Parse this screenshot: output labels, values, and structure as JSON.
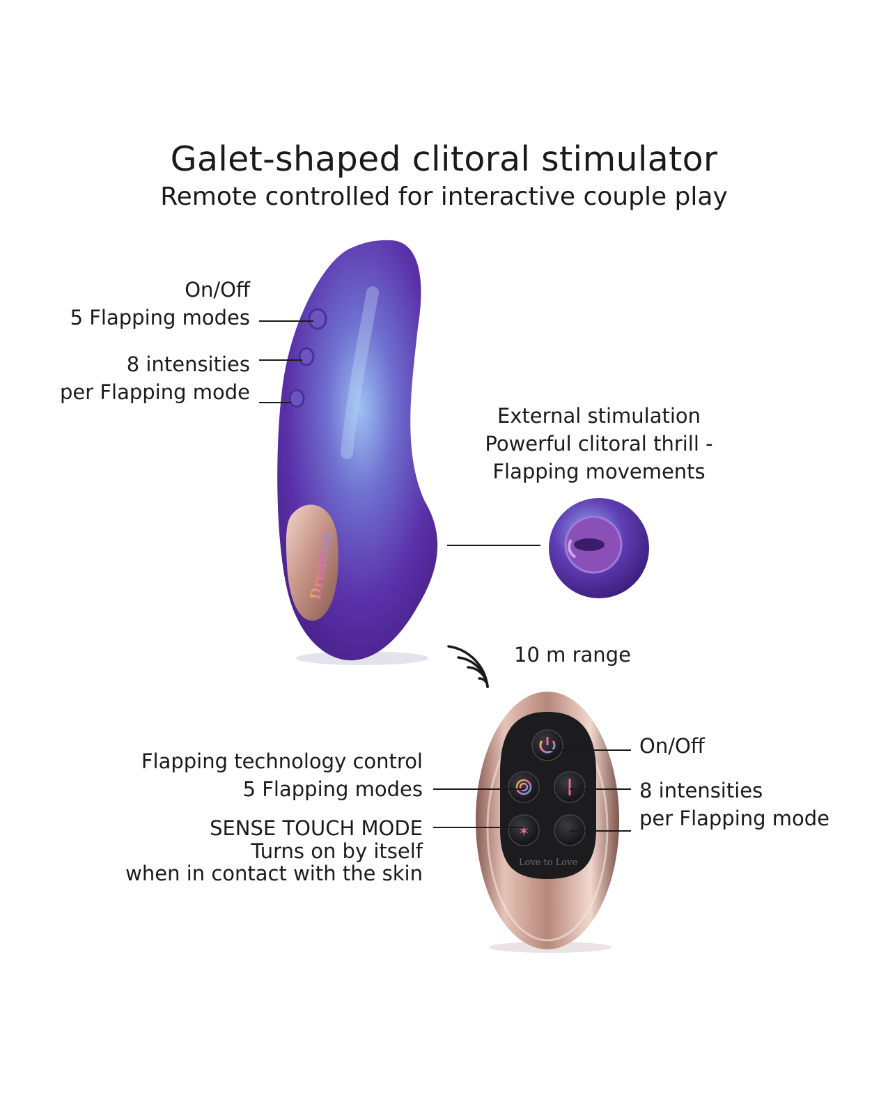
{
  "heading": {
    "title": "Galet-shaped clitoral stimulator",
    "subtitle": "Remote controlled for interactive couple play"
  },
  "device_labels": {
    "on_off": "On/Off",
    "flapping_modes": "5 Flapping modes",
    "intensities": "8 intensities",
    "per_mode": "per Flapping mode"
  },
  "device_brand": "Dreamer",
  "stimulation": {
    "line1": "External stimulation",
    "line2": "Powerful clitoral thrill -",
    "line3": "Flapping movements"
  },
  "range_text": "10 m range",
  "remote_labels": {
    "tech_control": "Flapping technology control",
    "flapping_modes": "5 Flapping modes",
    "sense_touch": "SENSE TOUCH MODE",
    "turns_on": "Turns on by itself",
    "contact": "when in contact with the skin",
    "on_off": "On/Off",
    "intensities": "8 intensities",
    "per_mode": "per Flapping mode"
  },
  "remote_brand": "Love to Love",
  "colors": {
    "device_purple": "#5b2fa8",
    "device_highlight": "#8fb2ee",
    "rose_gold": "#c79588",
    "remote_face": "#1c1c1e"
  }
}
